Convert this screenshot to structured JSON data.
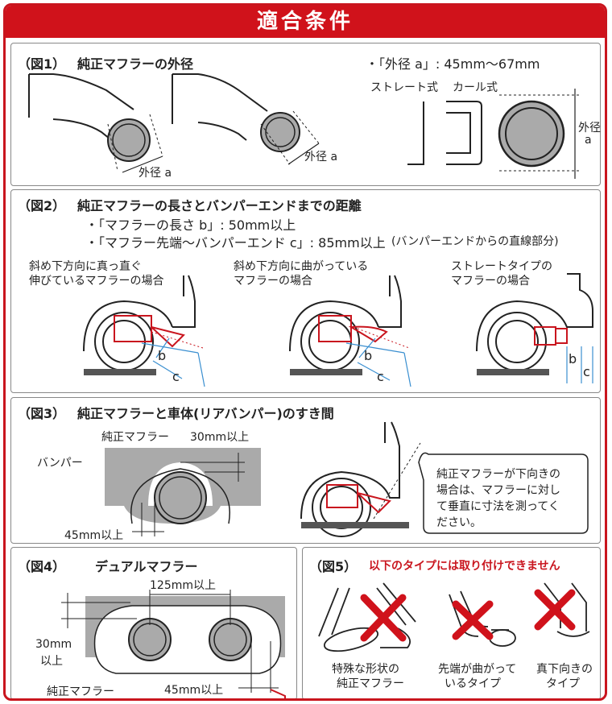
{
  "header": {
    "title": "適合条件"
  },
  "fig1": {
    "label": "（図1）",
    "title": "純正マフラーの外径",
    "spec": "・「外径 a」: 45mm〜67mm",
    "straight": "ストレート式",
    "curl": "カール式",
    "dia1": "外径 a",
    "dia2": "外径 a",
    "dia3a": "外径",
    "dia3b": "a"
  },
  "fig2": {
    "label": "（図2）",
    "title": "純正マフラーの長さとバンパーエンドまでの距離",
    "spec1": "・「マフラーの長さ b」: 50mm以上",
    "spec2a": "・「マフラー先端〜バンパーエンド c」: 85mm以上",
    "spec2b": "(バンパーエンドからの直線部分)",
    "case1a": "斜め下方向に真っ直ぐ",
    "case1b": "伸びているマフラーの場合",
    "case2a": "斜め下方向に曲がっている",
    "case2b": "マフラーの場合",
    "case3a": "ストレートタイプの",
    "case3b": "マフラーの場合",
    "b": "b",
    "c": "c"
  },
  "fig3": {
    "label": "（図3）",
    "title": "純正マフラーと車体(リアバンパー)のすき間",
    "muffler": "純正マフラー",
    "gap30": "30mm以上",
    "bumper": "バンパー",
    "gap45": "45mm以上",
    "note1": "純正マフラーが下向きの",
    "note2": "場合は、マフラーに対し",
    "note3": "て垂直に寸法を測ってく",
    "note4": "ださい。"
  },
  "fig4": {
    "label": "（図4）",
    "title": "デュアルマフラー",
    "pitch": "125mm以上",
    "gap30a": "30mm",
    "gap30b": "以上",
    "muffler": "純正マフラー",
    "gap45": "45mm以上"
  },
  "fig5": {
    "label": "（図5）",
    "title": "以下のタイプには取り付けできません",
    "t1a": "特殊な形状の",
    "t1b": "純正マフラー",
    "t2a": "先端が曲がって",
    "t2b": "いるタイプ",
    "t3a": "真下向きの",
    "t3b": "タイプ"
  }
}
